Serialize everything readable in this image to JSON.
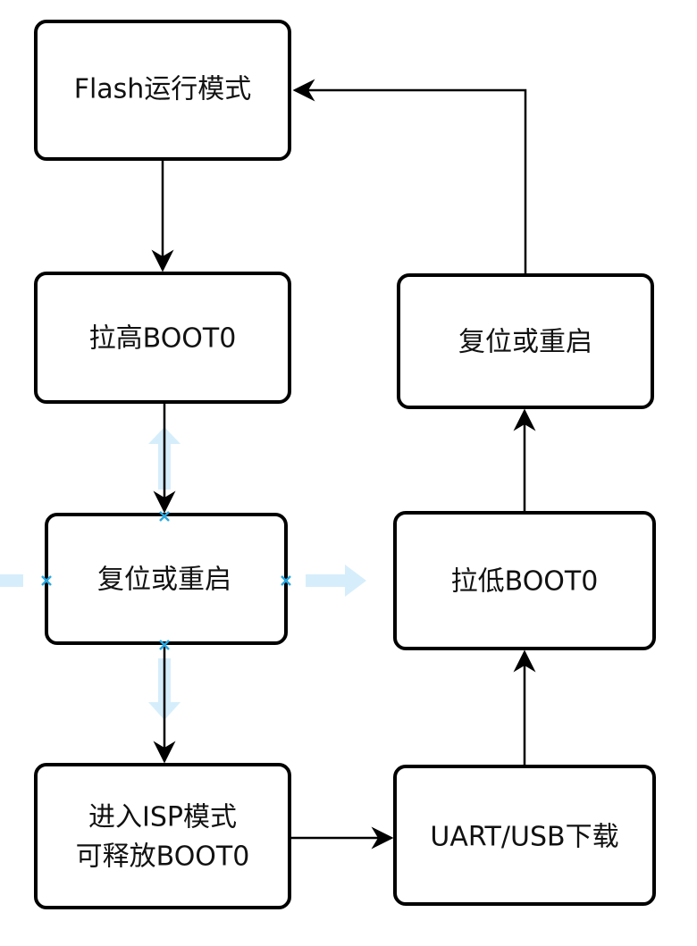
{
  "diagram": {
    "nodes": {
      "flash_mode": {
        "label": "Flash运行模式"
      },
      "pull_high": {
        "label": "拉高BOOT0"
      },
      "reset_left": {
        "label": "复位或重启"
      },
      "isp_mode": {
        "line1": "进入ISP模式",
        "line2": "可释放BOOT0"
      },
      "download": {
        "label": "UART/USB下载"
      },
      "pull_low": {
        "label": "拉低BOOT0"
      },
      "reset_right": {
        "label": "复位或重启"
      }
    },
    "colors": {
      "stroke": "#000000",
      "text": "#111111",
      "selection_hint": "#d6eefb",
      "selection_marker": "#29a8e0"
    }
  }
}
